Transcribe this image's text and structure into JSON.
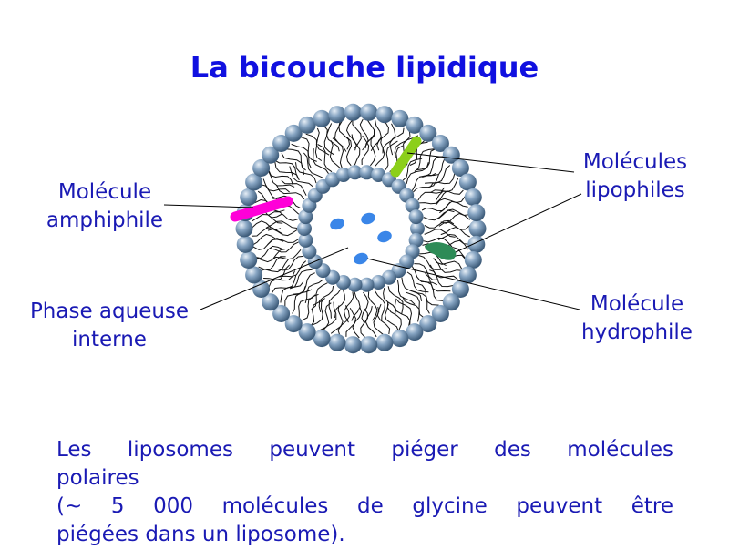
{
  "title": "La bicouche lipidique",
  "labels": {
    "amphiphile": [
      "Molécule",
      "amphiphile"
    ],
    "lipophiles": [
      "Molécules",
      "lipophiles"
    ],
    "aqueuse": [
      "Phase aqueuse",
      "interne"
    ],
    "hydrophile": [
      "Molécule",
      "hydrophile"
    ]
  },
  "caption": [
    "Les liposomes peuvent piéger des molécules",
    "polaires",
    "(~ 5 000 molécules de glycine peuvent être",
    "piégées dans un liposome)."
  ],
  "colors": {
    "title": "#1010e0",
    "text": "#1a1ab4",
    "head_bead": "#6f8fb0",
    "amphiphile": "#ff00d8",
    "lipophile_green": "#8ccf1a",
    "lipophile_dark": "#2e8b57",
    "hydrophile_blue": "#3a86e8"
  }
}
